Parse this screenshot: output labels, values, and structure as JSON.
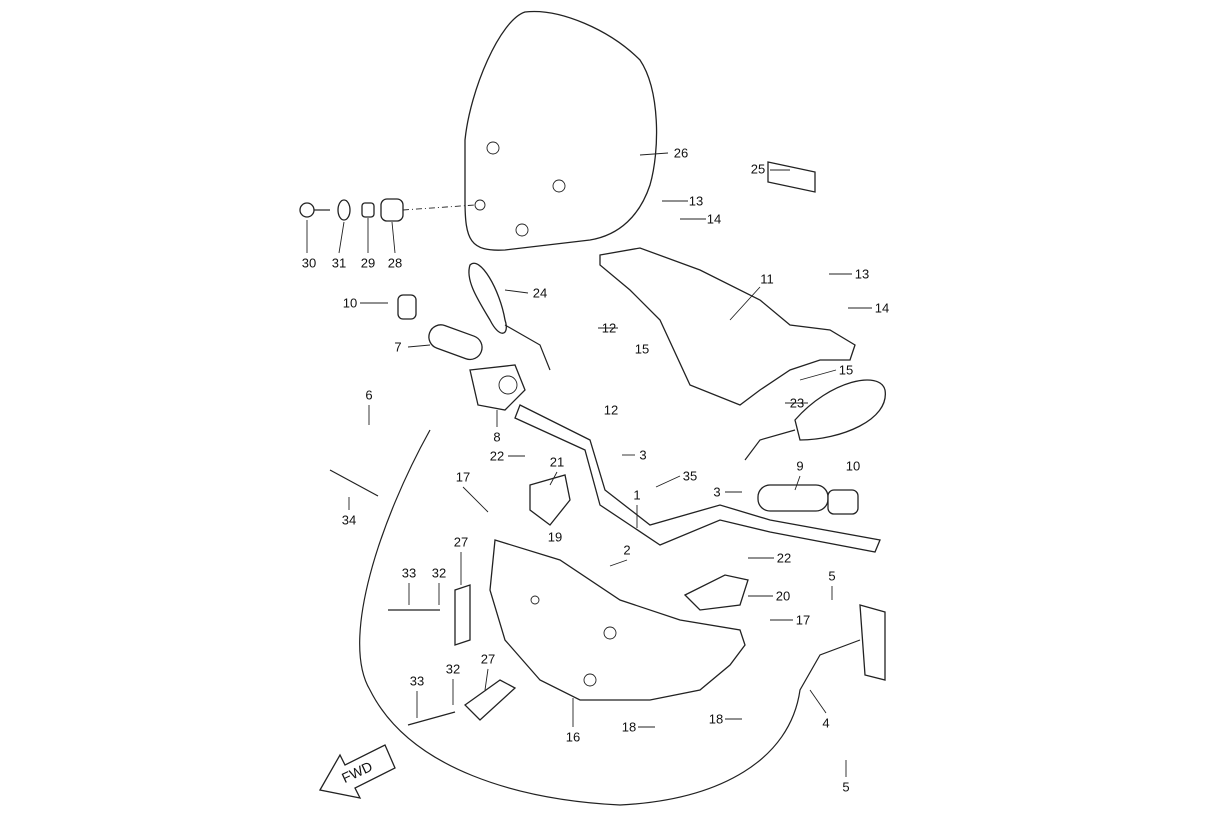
{
  "diagram": {
    "labels": [
      "26",
      "25",
      "13",
      "14",
      "30",
      "31",
      "29",
      "28",
      "24",
      "10",
      "11",
      "13",
      "14",
      "12",
      "15",
      "7",
      "15",
      "6",
      "23",
      "8",
      "12",
      "22",
      "21",
      "3",
      "17",
      "35",
      "9",
      "10",
      "3",
      "1",
      "34",
      "19",
      "27",
      "2",
      "22",
      "33",
      "32",
      "5",
      "20",
      "17",
      "27",
      "32",
      "33",
      "16",
      "18",
      "18",
      "4",
      "5"
    ],
    "fwd_label": "FWD"
  }
}
